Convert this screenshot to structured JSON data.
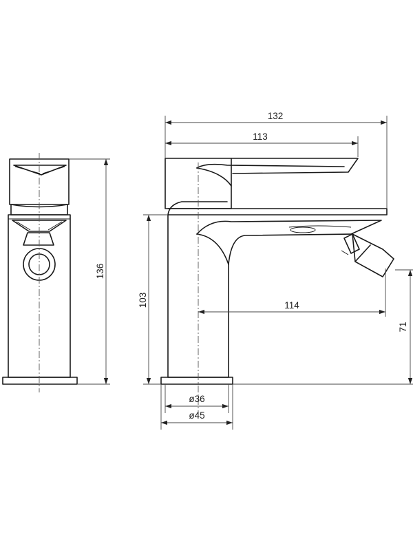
{
  "dimensions": {
    "overall_length": "132",
    "handle_length": "113",
    "height_total": "136",
    "body_height": "103",
    "spout_reach": "114",
    "spout_height": "71",
    "inner_diameter": "ø36",
    "base_diameter": "ø45"
  },
  "colors": {
    "line": "#1a1a1a",
    "background": "#ffffff"
  }
}
